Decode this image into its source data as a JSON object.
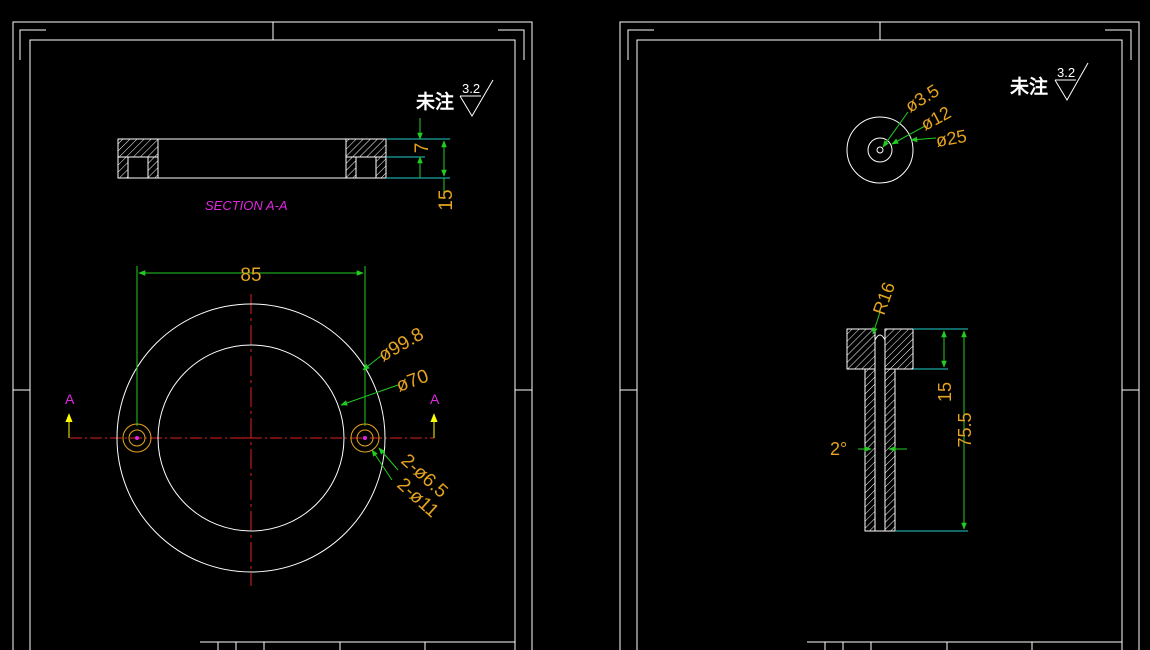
{
  "colors": {
    "background": "#000000",
    "outline": "#ffffff",
    "dimension_line": "#22cc22",
    "dimension_text": "#e5a41f",
    "center_line": "#e02020",
    "section_label": "#e028e0",
    "section_arrow": "#ffff00",
    "hole": "#e5a41f"
  },
  "left_sheet": {
    "surface_note": "未注",
    "roughness_value": "3.2",
    "section_title": "SECTION A-A",
    "section_marker": "A",
    "section_dims": {
      "inner": "7",
      "outer": "15"
    },
    "plan_dims": {
      "hole_spacing": "85",
      "outer_diameter": "ø99.8",
      "inner_diameter": "ø70",
      "hole_small": "2-ø6.5",
      "hole_large": "2-ø11"
    }
  },
  "right_sheet": {
    "surface_note": "未注",
    "roughness_value": "3.2",
    "top_view_dims": {
      "small": "ø3.5",
      "middle": "ø12",
      "outer": "ø25"
    },
    "side_view_dims": {
      "radius": "R16",
      "head_height": "15",
      "total_length": "75.5",
      "taper": "2°"
    }
  }
}
